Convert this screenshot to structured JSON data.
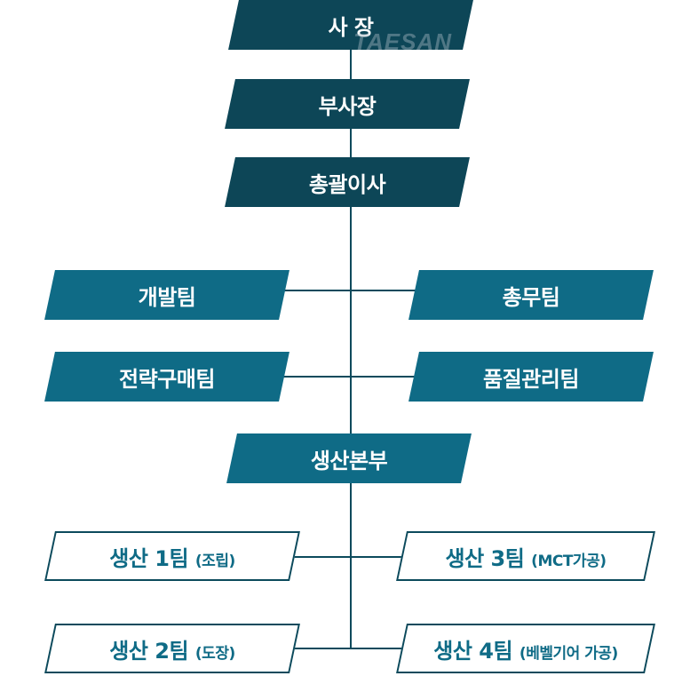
{
  "watermark": "TAESAN",
  "nodes": {
    "president": "사 장",
    "vice_president": "부사장",
    "general_director": "총괄이사",
    "development_team": "개발팀",
    "general_affairs_team": "총무팀",
    "purchasing_team": "전략구매팀",
    "quality_team": "품질관리팀",
    "production_division": "생산본부",
    "production_1": {
      "name": "생산 1팀",
      "sub": "(조립)"
    },
    "production_2": {
      "name": "생산 2팀",
      "sub": "(도장)"
    },
    "production_3": {
      "name": "생산 3팀",
      "sub": "(MCT가공)"
    },
    "production_4": {
      "name": "생산 4팀",
      "sub": "(베벨기어 가공)"
    }
  },
  "colors": {
    "dark": "#0d4657",
    "mid": "#0f6b86",
    "outline": "#0c4a5c",
    "line": "#0c4a5c"
  }
}
